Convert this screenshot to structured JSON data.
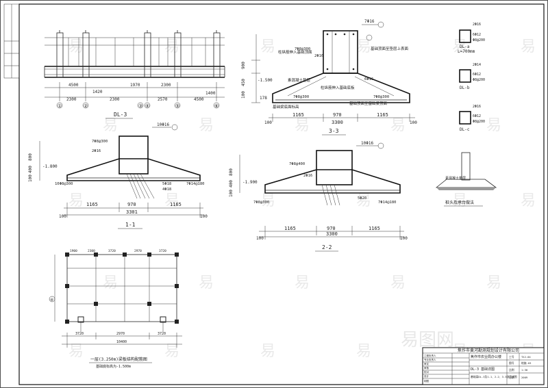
{
  "drawings": {
    "dl3": {
      "title": "DL-3",
      "segments": [
        "4500",
        "1420",
        "1970",
        "2300"
      ],
      "grid_labels": [
        "①",
        "②",
        "③",
        "④",
        "⑤",
        "⑥"
      ],
      "spans": [
        "2300",
        "2300",
        "2570",
        "4500",
        "1400"
      ]
    },
    "sec33": {
      "title": "3-3",
      "top_bar": "7Φ16",
      "labels": {
        "stirrup": "7Φ8@300",
        "pedestal": "2Φ16",
        "slope": "6Φ16",
        "bot1": "7Φ8@300",
        "bot2": "7Φ8@300",
        "note_left": "素混凝土垫层",
        "note_right": "基础顶面至垫层上表面",
        "note_mid": "柱纵筋伸入基础底板",
        "note_bottom": "基础梁底面标高",
        "note_top": "柱纵筋伸入基础顶面",
        "note_inner": "基础顶面至基础梁顶面"
      },
      "levels": [
        "900",
        "450",
        "100",
        "178",
        "-1.500"
      ],
      "dims": [
        "1165",
        "970",
        "1165"
      ],
      "total": "3300",
      "edges": [
        "100",
        "100"
      ]
    },
    "sec11": {
      "title": "1-1",
      "top_bar": "10Φ16",
      "labels": {
        "stirrup": "7Φ8@300",
        "side": "2Φ16",
        "bot1": "5Φ18",
        "bot2": "4Φ18",
        "base_left": "10Φ8@300",
        "base_right": "7Φ14@180"
      },
      "levels": [
        "800",
        "400",
        "100",
        "-1.800"
      ],
      "dims": [
        "1165",
        "970",
        "1165"
      ],
      "total": "3301",
      "edges": [
        "100",
        "100"
      ]
    },
    "sec22": {
      "title": "2-2",
      "top_bar": "10Φ16",
      "labels": {
        "stirrup": "7Φ8@400",
        "side": "2Φ16",
        "bot1": "5Φ20",
        "base_left": "7Φ8@300",
        "base_right": "7Φ14@180"
      },
      "levels": [
        "800",
        "400",
        "100",
        "-1.900"
      ],
      "dims": [
        "1165",
        "970",
        "1165"
      ],
      "total": "3300",
      "edges": [
        "100",
        "100"
      ]
    },
    "dl_sections": [
      {
        "top": "2Φ16",
        "mid": "6Φ12",
        "stir": "Φ8@200",
        "note": "DL-a",
        "len": "L=700mm"
      },
      {
        "top": "2Φ14",
        "mid": "6Φ12",
        "stir": "Φ8@200",
        "note": "DL-b",
        "len": ""
      },
      {
        "top": "2Φ16",
        "mid": "6Φ12",
        "stir": "Φ8@200",
        "note": "DL-c",
        "len": ""
      }
    ],
    "plan": {
      "title": "一层(3.250m)梁板结构配筋图",
      "subtitle": "基础底标高为-1.500m",
      "dims_bottom": [
        "3720",
        "2970",
        "3720"
      ],
      "total": "10400",
      "axis": "④",
      "spans_top": [
        "1900",
        "2300",
        "3720",
        "2970",
        "3720"
      ]
    },
    "detail": {
      "title": "桩头及承台做法",
      "label": "素混凝土垫层"
    }
  },
  "title_block": {
    "company": "焦作市黄河勘测规划设计有限公司",
    "project": "焦作市农业局办公楼",
    "drawing_title": "DL-3 基础详图",
    "drawing_name": "基础梁DL-3及1-1、2-2、3-3剖面详图",
    "rows": [
      "工程负责人",
      "专业负责人",
      "审定",
      "审核",
      "校对",
      "设计",
      "制图"
    ],
    "right_labels": [
      "工号",
      "图号",
      "比例",
      "日期"
    ],
    "right_values": [
      "TXJ-04",
      "结施-03",
      "1:30",
      "2009"
    ]
  },
  "watermark": {
    "char": "易",
    "brand": "易图网"
  }
}
